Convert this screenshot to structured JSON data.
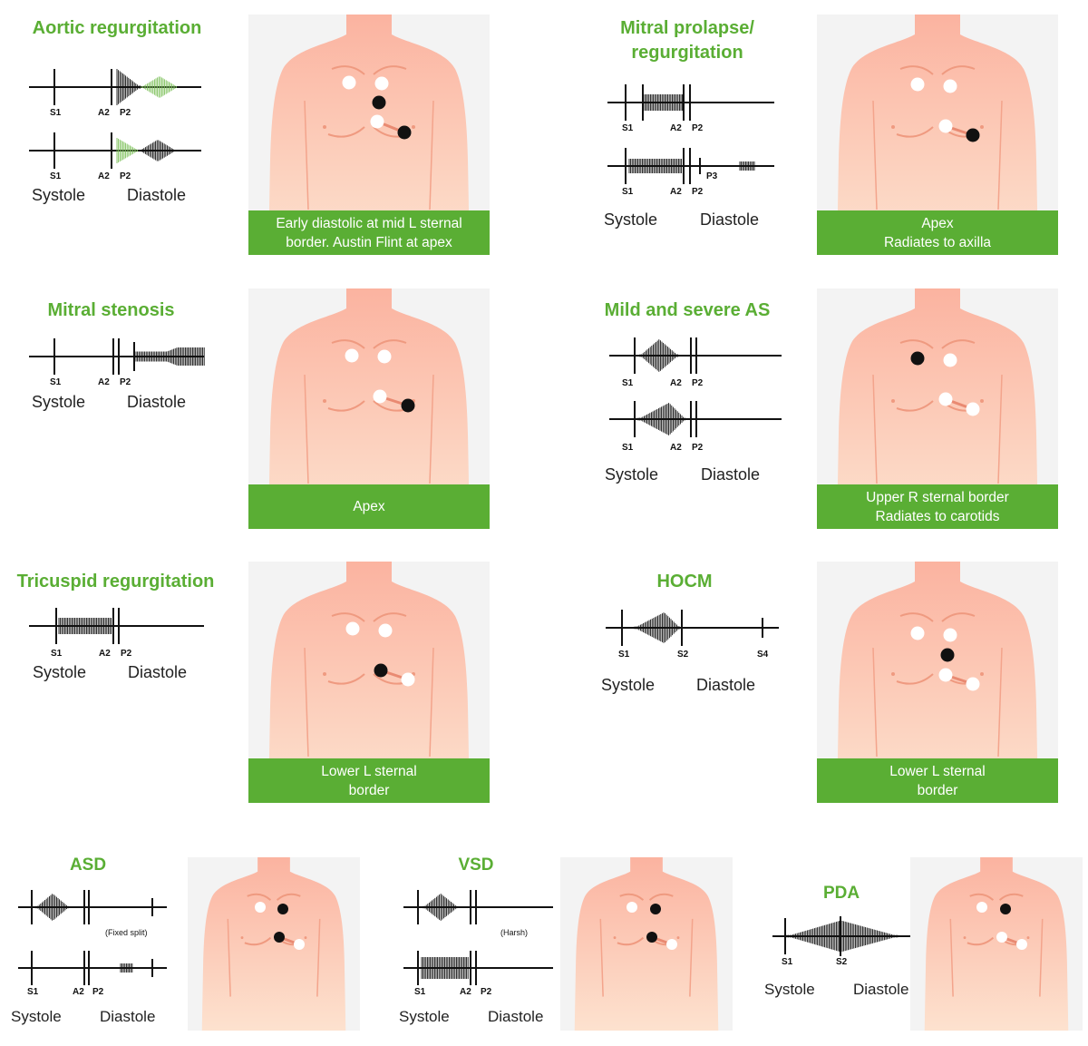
{
  "murmurs": {
    "ar": {
      "title": "Aortic regurgitation",
      "systole": "Systole",
      "diastole": "Diastole",
      "labels": [
        "S1",
        "A2",
        "P2"
      ],
      "caption_line1": "Early diastolic at mid L sternal",
      "caption_line2": "border. Austin Flint at apex"
    },
    "mvp": {
      "title_line1": "Mitral prolapse/",
      "title_line2": "regurgitation",
      "systole": "Systole",
      "diastole": "Diastole",
      "labels": [
        "S1",
        "A2",
        "P2",
        "P3"
      ],
      "caption_line1": "Apex",
      "caption_line2": "Radiates to axilla"
    },
    "ms": {
      "title": "Mitral stenosis",
      "systole": "Systole",
      "diastole": "Diastole",
      "labels": [
        "S1",
        "A2",
        "P2"
      ],
      "caption_line1": "Apex"
    },
    "as": {
      "title": "Mild and severe AS",
      "systole": "Systole",
      "diastole": "Diastole",
      "labels": [
        "S1",
        "A2",
        "P2"
      ],
      "caption_line1": "Upper R sternal border",
      "caption_line2": "Radiates to carotids"
    },
    "tr": {
      "title": "Tricuspid regurgitation",
      "systole": "Systole",
      "diastole": "Diastole",
      "labels": [
        "S1",
        "A2",
        "P2"
      ],
      "caption_line1": "Lower L sternal",
      "caption_line2": "border"
    },
    "hocm": {
      "title": "HOCM",
      "systole": "Systole",
      "diastole": "Diastole",
      "labels": [
        "S1",
        "S2",
        "S4"
      ],
      "caption_line1": "Lower L sternal",
      "caption_line2": "border"
    },
    "asd": {
      "title": "ASD",
      "systole": "Systole",
      "diastole": "Diastole",
      "labels": [
        "S1",
        "A2",
        "P2"
      ],
      "note": "(Fixed split)"
    },
    "vsd": {
      "title": "VSD",
      "systole": "Systole",
      "diastole": "Diastole",
      "labels": [
        "S1",
        "A2",
        "P2"
      ],
      "note": "(Harsh)"
    },
    "pda": {
      "title": "PDA",
      "systole": "Systole",
      "diastole": "Diastole",
      "labels": [
        "S1",
        "S2"
      ]
    }
  },
  "colors": {
    "accent": "#5aae34",
    "skin": "#fbb8a2",
    "panel": "#f3f3f3",
    "murmur_green": "#7dc05a"
  }
}
